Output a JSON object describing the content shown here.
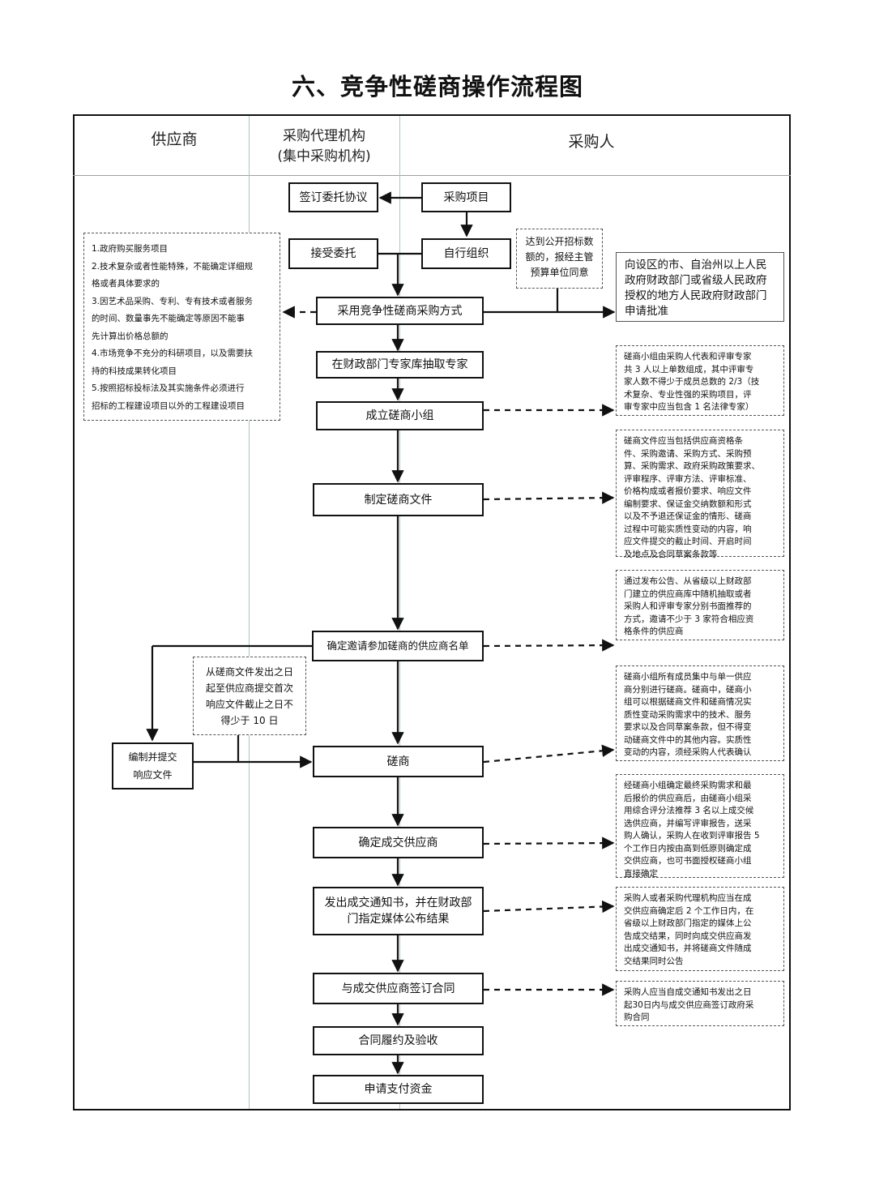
{
  "title": "六、竞争性磋商操作流程图",
  "lanes": {
    "supplier": "供应商",
    "agency_line1": "采购代理机构",
    "agency_line2": "(集中采购机构)",
    "purchaser": "采购人"
  },
  "boxes": {
    "sign_agreement": "签订委托协议",
    "purchase_project": "采购项目",
    "accept_entrust": "接受委托",
    "self_organize": "自行组织",
    "adopt_method": "采用竞争性磋商采购方式",
    "extract_experts": "在财政部门专家库抽取专家",
    "form_group": "成立磋商小组",
    "make_docs": "制定磋商文件",
    "confirm_list": "确定邀请参加磋商的供应商名单",
    "prepare_response_line1": "编制并提交",
    "prepare_response_line2": "响应文件",
    "negotiate": "磋商",
    "confirm_supplier": "确定成交供应商",
    "issue_notice_line1": "发出成交通知书，并在财政部",
    "issue_notice_line2": "门指定媒体公布结果",
    "sign_contract": "与成交供应商签订合同",
    "perform_accept": "合同履约及验收",
    "apply_payment": "申请支付资金"
  },
  "notes": {
    "applicable_cases": [
      "1.政府购买服务项目",
      "2.技术复杂或者性能特殊，不能确定详细规",
      "格或者具体要求的",
      "3.因艺术品采购、专利、专有技术或者服务",
      "的时间、数量事先不能确定等原因不能事",
      "先计算出价格总额的",
      "4.市场竞争不充分的科研项目，以及需要扶",
      "持的科技成果转化项目",
      "5.按照招标投标法及其实施条件必须进行",
      "招标的工程建设项目以外的工程建设项目"
    ],
    "public_bidding_amount": [
      "达到公开招标数",
      "额的，报经主管",
      "预算单位同意"
    ],
    "approval_request": [
      "向设区的市、自治州以上人民",
      "政府财政部门或省级人民政府",
      "授权的地方人民政府财政部门",
      "申请批准"
    ],
    "group_composition": [
      "磋商小组由采购人代表和评审专家",
      "共 3 人以上单数组成，其中评审专",
      "家人数不得少于成员总数的 2/3（技",
      "术复杂、专业性强的采购项目，评",
      "审专家中应当包含 1 名法律专家）"
    ],
    "docs_content": [
      "磋商文件应当包括供应商资格条",
      "件、采购邀请、采购方式、采购预",
      "算、采购需求、政府采购政策要求、",
      "评审程序、评审方法、评审标准、",
      "价格构成或者报价要求、响应文件",
      "编制要求、保证金交纳数额和形式",
      "以及不予退还保证金的情形、磋商",
      "过程中可能实质性变动的内容，响",
      "应文件提交的截止时间、开启时间",
      "及地点及合同草案条款等"
    ],
    "invite_suppliers": [
      "通过发布公告、从省级以上财政部",
      "门建立的供应商库中随机抽取或者",
      "采购人和评审专家分别书面推荐的",
      "方式，邀请不少于 3 家符合相应资",
      "格条件的供应商"
    ],
    "response_period": [
      "从磋商文件发出之日",
      "起至供应商提交首次",
      "响应文件截止之日不",
      "得少于 10 日"
    ],
    "negotiation_rules": [
      "磋商小组所有成员集中与单一供应",
      "商分别进行磋商。磋商中，磋商小",
      "组可以根据磋商文件和磋商情况实",
      "质性变动采购需求中的技术、服务",
      "要求以及合同草案条款，但不得变",
      "动磋商文件中的其他内容。实质性",
      "变动的内容，须经采购人代表确认"
    ],
    "determine_supplier": [
      "经磋商小组确定最终采购需求和最",
      "后报价的供应商后，由磋商小组采",
      "用综合评分法推荐 3 名以上成交候",
      "选供应商，并编写评审报告，送采",
      "购人确认，采购人在收到评审报告 5",
      "个工作日内按由高到低原则确定成",
      "交供应商，也可书面授权磋商小组",
      "直接确定"
    ],
    "notice_publish": [
      "采购人或者采购代理机构应当在成",
      "交供应商确定后 2 个工作日内，在",
      "省级以上财政部门指定的媒体上公",
      "告成交结果，同时向成交供应商发",
      "出成交通知书，并将磋商文件随成",
      "交结果同时公告"
    ],
    "contract_deadline": [
      "采购人应当自成交通知书发出之日",
      "起30日内与成交供应商签订政府采",
      "购合同"
    ]
  }
}
